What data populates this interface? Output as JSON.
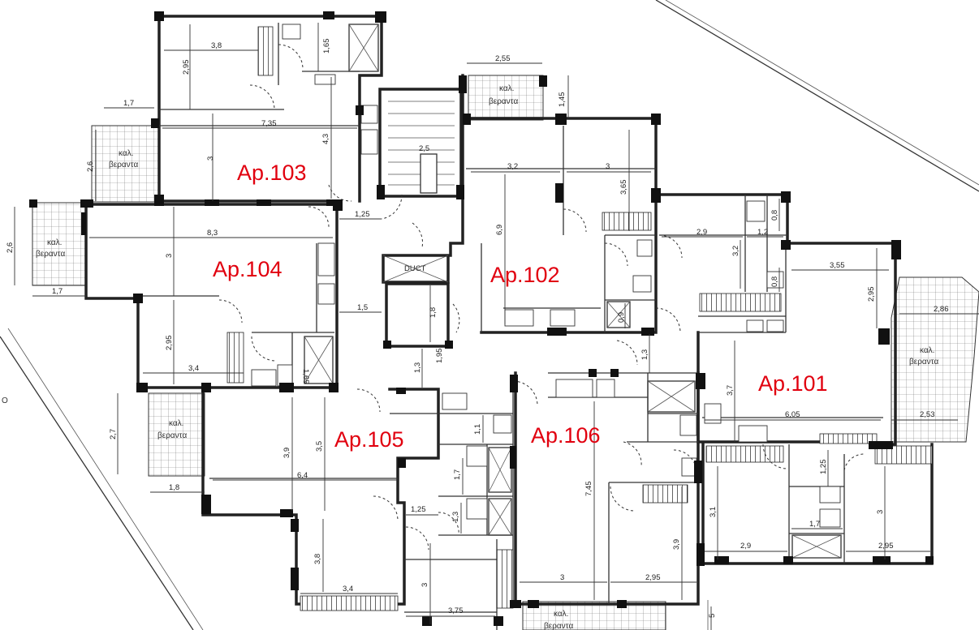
{
  "apartments": [
    {
      "id": "Ap.101"
    },
    {
      "id": "Ap.102"
    },
    {
      "id": "Ap.103"
    },
    {
      "id": "Ap.104"
    },
    {
      "id": "Ap.105"
    },
    {
      "id": "Ap.106"
    }
  ],
  "verandas": [
    {
      "line1": "καλ.",
      "line2": "βεραντα"
    },
    {
      "line1": "καλ.",
      "line2": "βεραντα"
    },
    {
      "line1": "καλ.",
      "line2": "βεραντα"
    },
    {
      "line1": "καλ.",
      "line2": "βεραντα"
    },
    {
      "line1": "καλ.",
      "line2": "βεραντα"
    },
    {
      "line1": "καλ.",
      "line2": "βεραντα"
    }
  ],
  "duct_label": "DUCT",
  "stair_label": "2,5",
  "dimensions": [
    "3,8",
    "2,95",
    "1,65",
    "1,7",
    "7,35",
    "2,6",
    "3",
    "4,3",
    "8,3",
    "2,6",
    "3",
    "1,7",
    "2,95",
    "3,4",
    "1,25",
    "1,5",
    "1,8",
    "1,3",
    "2,55",
    "1,45",
    "3,2",
    "3",
    "6,9",
    "3,65",
    "0,9",
    "2,9",
    "1,2",
    "3,2",
    "0,8",
    "0,8",
    "3,55",
    "2,95",
    "2,86",
    "2,53",
    "1,3",
    "3,7",
    "6,05",
    "1,25",
    "3,1",
    "2,9",
    "1,7",
    "3",
    "2,95",
    "2,7",
    "1,8",
    "3,9",
    "3,5",
    "6,4",
    "1,1",
    "1,7",
    "1,25",
    "1,3",
    "3,8",
    "3,4",
    "3",
    "3,75",
    "7,45",
    "3",
    "2,95",
    "3,9",
    "1,65",
    "5",
    "1,95"
  ],
  "edge_text": "Ο"
}
